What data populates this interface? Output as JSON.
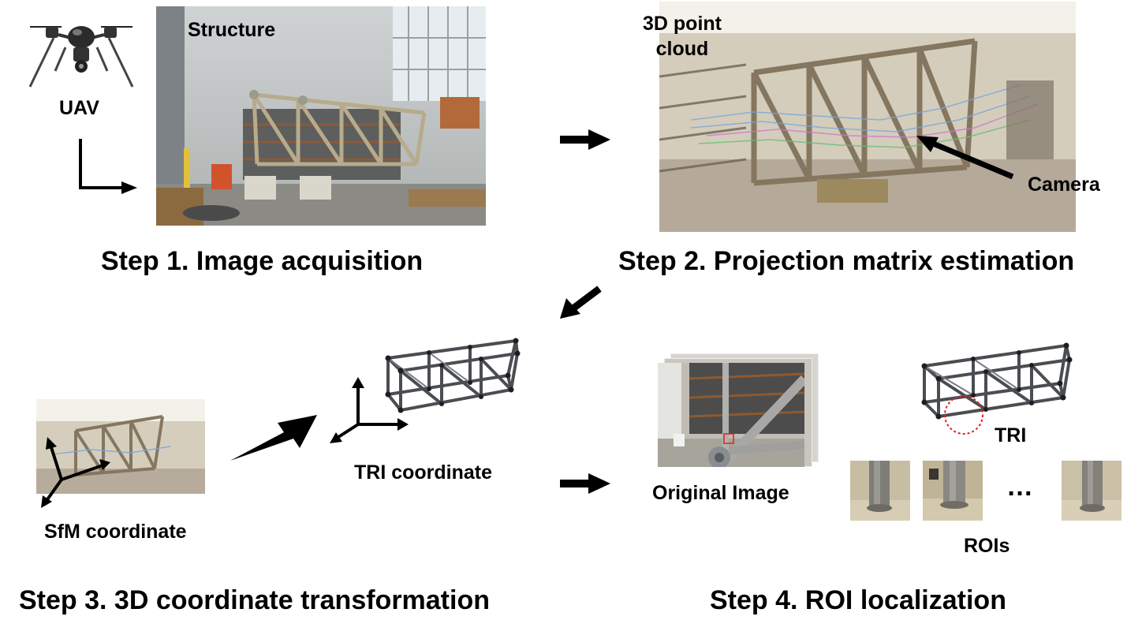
{
  "labels": {
    "uav": "UAV",
    "structure": "Structure",
    "point_cloud": "3D point cloud",
    "camera": "Camera",
    "sfm_coordinate": "SfM coordinate",
    "tri_coordinate": "TRI coordinate",
    "original_image": "Original Image",
    "tri": "TRI",
    "rois": "ROIs",
    "ellipsis": "…"
  },
  "steps": {
    "step1": "Step 1. Image acquisition",
    "step2": "Step 2. Projection matrix estimation",
    "step3": "Step 3. 3D coordinate transformation",
    "step4": "Step 4. ROI localization"
  },
  "colors": {
    "text": "#000000",
    "roi_marker": "#e02020",
    "cloud_tan": "#a89a7e",
    "truss_gray": "#4a4d52"
  }
}
